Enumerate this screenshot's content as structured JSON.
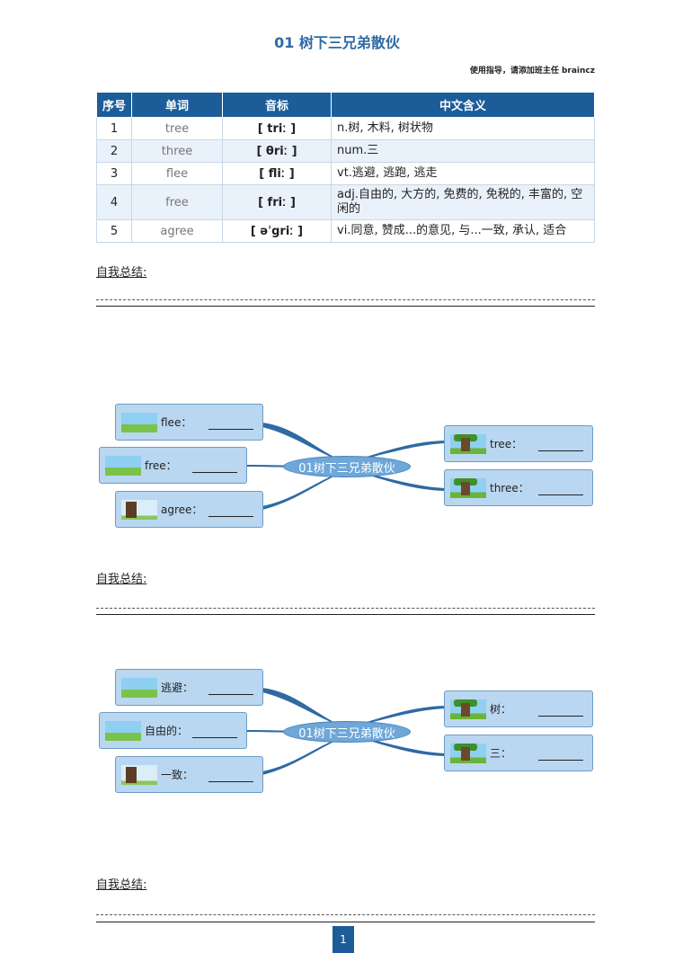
{
  "title": "01  树下三兄弟散伙",
  "guide": "使用指导，请添加班主任 braincz",
  "table": {
    "headers": [
      "序号",
      "单词",
      "音标",
      "中文含义"
    ],
    "rows": [
      {
        "no": "1",
        "word": "tree",
        "phonetic": "[ triː ]",
        "meaning": "n.树, 木料, 树状物"
      },
      {
        "no": "2",
        "word": "three",
        "phonetic": "[ θriː ]",
        "meaning": "num.三"
      },
      {
        "no": "3",
        "word": "flee",
        "phonetic": "[ fliː ]",
        "meaning": "vt.逃避, 逃跑, 逃走"
      },
      {
        "no": "4",
        "word": "free",
        "phonetic": "[ friː ]",
        "meaning": "adj.自由的, 大方的, 免费的, 免税的, 丰富的, 空闲的"
      },
      {
        "no": "5",
        "word": "agree",
        "phonetic": "[ əˈgriː ]",
        "meaning": "vi.同意, 赞成...的意见, 与...一致, 承认, 适合"
      }
    ]
  },
  "summary_label": "自我总结:",
  "map1": {
    "center": "01树下三兄弟散伙",
    "left": [
      "flee：",
      "free：",
      "agree："
    ],
    "right": [
      "tree：",
      "three："
    ]
  },
  "map2": {
    "center": "01树下三兄弟散伙",
    "left": [
      "逃避：",
      "自由的：",
      "一致："
    ],
    "right": [
      "树：",
      "三："
    ]
  },
  "page_number": "1"
}
